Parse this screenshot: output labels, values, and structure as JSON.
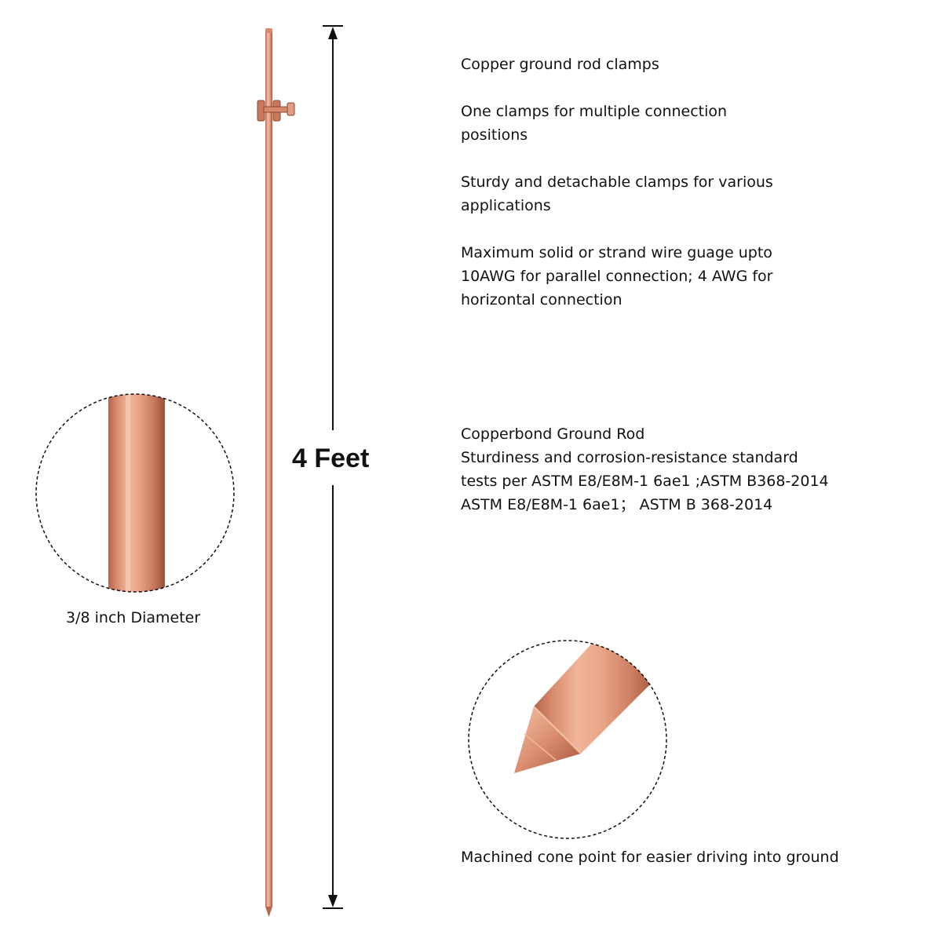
{
  "dimension": {
    "length_label": "4 Feet",
    "diameter_caption": "3/8 inch Diameter",
    "tip_caption": "Machined cone point for easier driving into ground"
  },
  "features": [
    {
      "lines": [
        "Copper ground rod clamps"
      ]
    },
    {
      "lines": [
        "One clamps for multiple connection",
        "positions"
      ]
    },
    {
      "lines": [
        "Sturdy and detachable clamps for various",
        "applications"
      ]
    },
    {
      "lines": [
        "Maximum solid or strand wire guage upto",
        "10AWG for parallel connection; 4 AWG for",
        "horizontal connection"
      ]
    }
  ],
  "specs": {
    "lines": [
      "Copperbond Ground Rod",
      "Sturdiness and corrosion-resistance standard",
      "tests per ASTM E8/E8M-1 6ae1 ;ASTM B368-2014",
      "ASTM E8/E8M-1 6ae1；  ASTM B 368-2014"
    ]
  },
  "colors": {
    "copper_light": "#f0b49a",
    "copper_mid": "#d9876a",
    "copper_dark": "#a9583f",
    "text": "#111111"
  }
}
